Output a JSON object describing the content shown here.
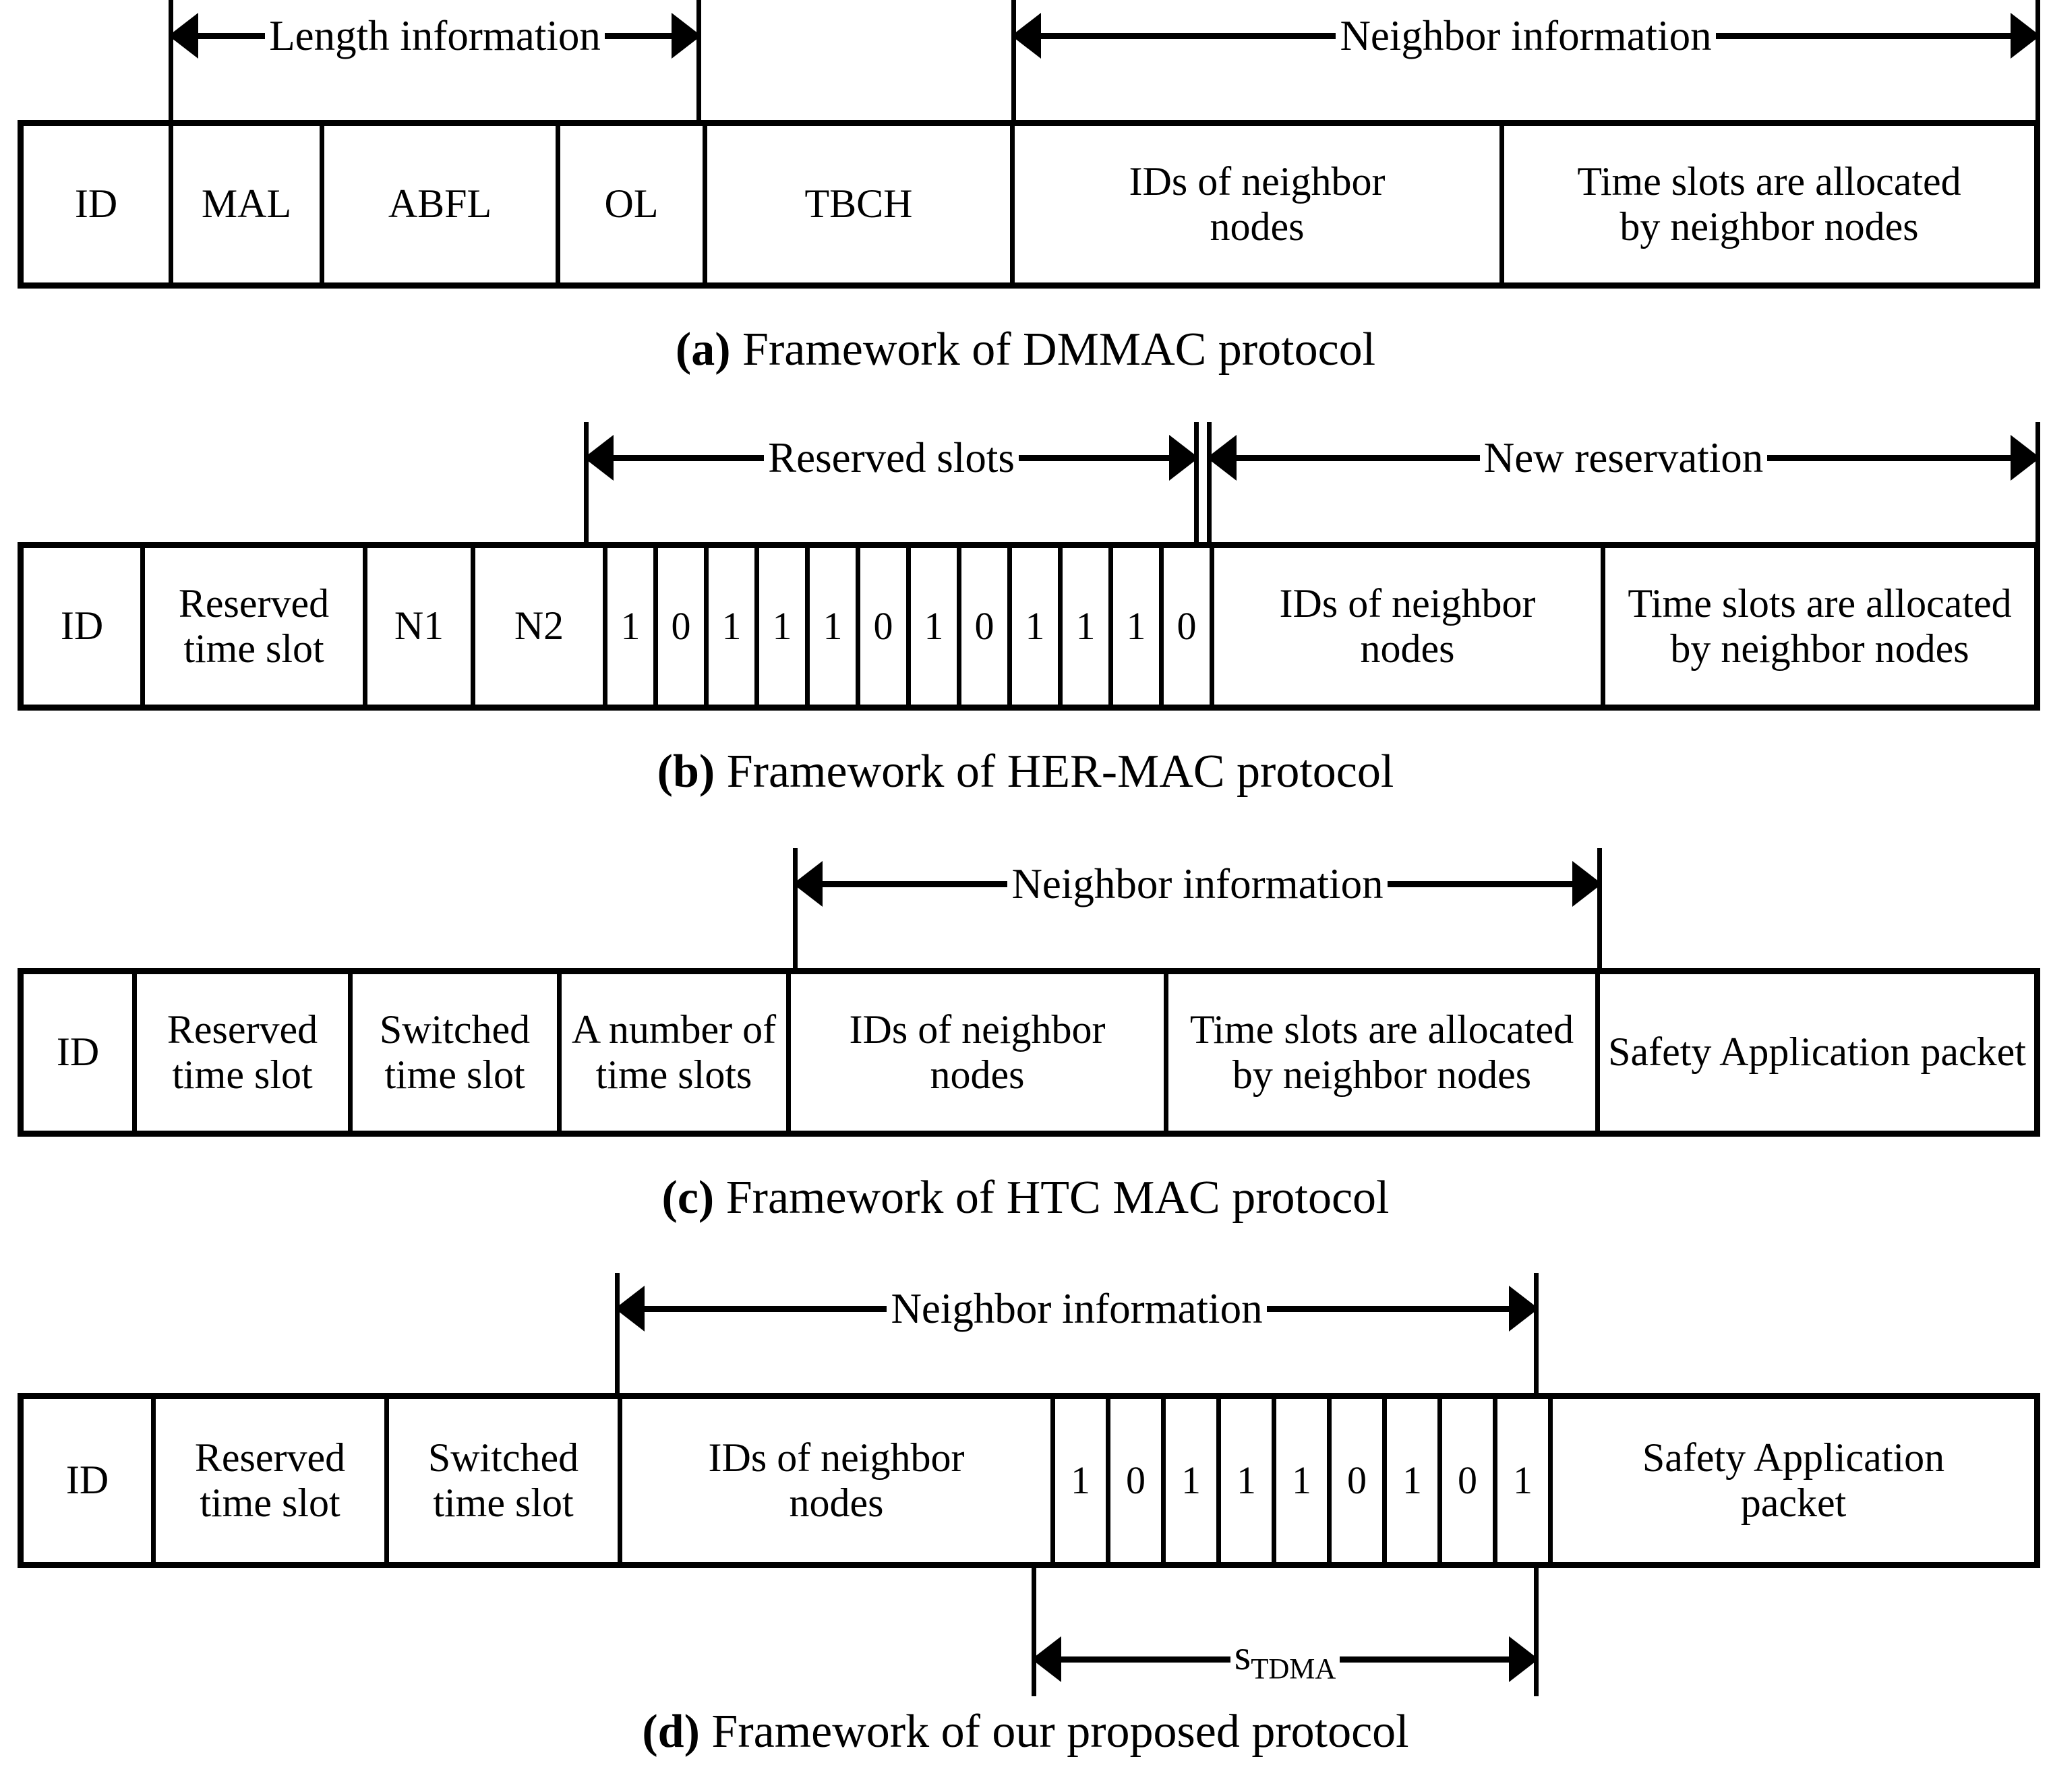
{
  "figure": {
    "title": "Frameworks of MAC protocols",
    "line_color": "#000000",
    "background": "#ffffff"
  },
  "panels": [
    {
      "id": "a",
      "caption_prefix": "(a)",
      "caption_text": " Framework of DMMAC protocol",
      "spans": [
        {
          "label": "Length information",
          "style": "double-arrow"
        },
        {
          "label": "Neighbor information",
          "style": "double-arrow"
        }
      ],
      "cells": [
        {
          "text": "ID"
        },
        {
          "text": "MAL"
        },
        {
          "text": "ABFL"
        },
        {
          "text": "OL"
        },
        {
          "text": "TBCH"
        },
        {
          "text": "IDs of neighbor\nnodes"
        },
        {
          "text": "Time slots are allocated\nby neighbor nodes"
        }
      ]
    },
    {
      "id": "b",
      "caption_prefix": "(b)",
      "caption_text": " Framework of HER-MAC protocol",
      "spans": [
        {
          "label": "Reserved slots",
          "style": "double-arrow"
        },
        {
          "label": "New reservation",
          "style": "double-arrow"
        }
      ],
      "cells": [
        {
          "text": "ID"
        },
        {
          "text": "Reserved\ntime slot"
        },
        {
          "text": "N1"
        },
        {
          "text": "N2"
        }
      ],
      "bits": [
        "1",
        "0",
        "1",
        "1",
        "1",
        "0",
        "1",
        "0",
        "1",
        "1",
        "1",
        "0"
      ],
      "tail_cells": [
        {
          "text": "IDs of neighbor\nnodes"
        },
        {
          "text": "Time slots are allocated\nby neighbor nodes"
        }
      ]
    },
    {
      "id": "c",
      "caption_prefix": "(c)",
      "caption_text": " Framework of HTC MAC protocol",
      "spans": [
        {
          "label": "Neighbor information",
          "style": "double-arrow"
        }
      ],
      "cells": [
        {
          "text": "ID"
        },
        {
          "text": "Reserved\ntime slot"
        },
        {
          "text": "Switched\ntime slot"
        },
        {
          "text": "A number of\ntime slots"
        },
        {
          "text": "IDs of neighbor\nnodes"
        },
        {
          "text": "Time slots are allocated\nby neighbor nodes"
        },
        {
          "text": "Safety Application packet"
        }
      ]
    },
    {
      "id": "d",
      "caption_prefix": "(d)",
      "caption_text": " Framework of our proposed protocol",
      "spans": [
        {
          "label": "Neighbor information",
          "style": "double-arrow"
        }
      ],
      "cells": [
        {
          "text": "ID"
        },
        {
          "text": "Reserved\ntime slot"
        },
        {
          "text": "Switched\ntime slot"
        },
        {
          "text": "IDs of neighbor\nnodes"
        }
      ],
      "bits": [
        "1",
        "0",
        "1",
        "1",
        "1",
        "0",
        "1",
        "0",
        "1"
      ],
      "tail_cells": [
        {
          "text": "Safety Application\npacket"
        }
      ],
      "under_span": {
        "label_main": "s",
        "label_sub": "TDMA"
      }
    }
  ]
}
